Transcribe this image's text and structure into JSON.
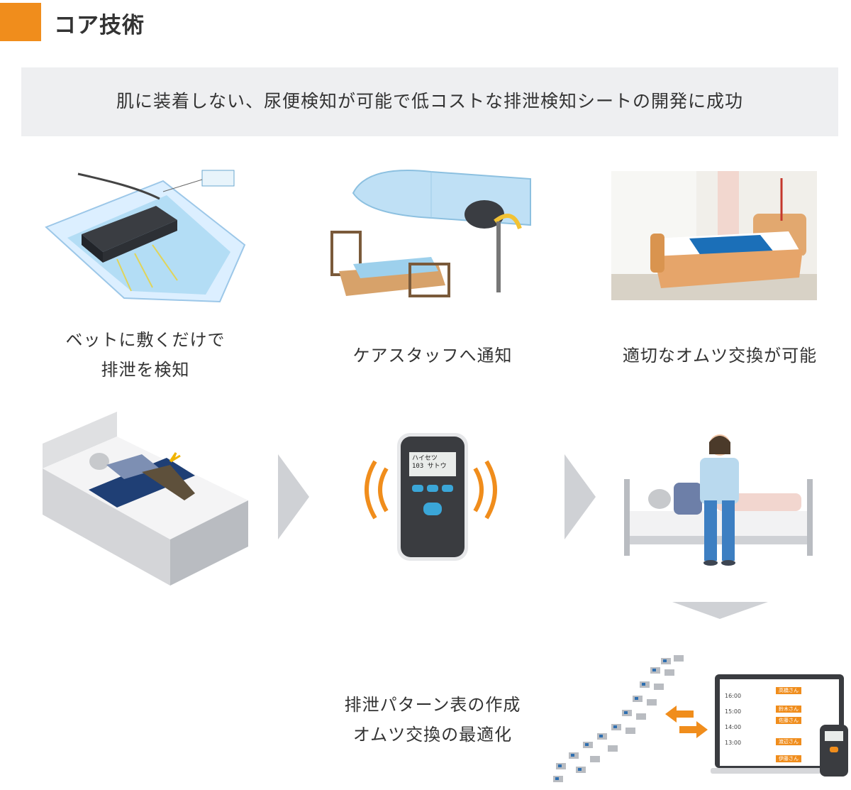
{
  "header": {
    "title": "コア技術",
    "accent_color": "#f08d1c"
  },
  "banner": {
    "text": "肌に装着しない、尿便検知が可能で低コストな排泄検知シートの開発に成功"
  },
  "steps": [
    {
      "caption_line1": "ベットに敷くだけで",
      "caption_line2": "排泄を検知"
    },
    {
      "caption": "ケアスタッフへ通知"
    },
    {
      "caption": "適切なオムツ交換が可能"
    }
  ],
  "device": {
    "screen_line1": "ハイセツ",
    "screen_line2": "103 サトウ"
  },
  "bottom": {
    "caption_line1": "排泄パターン表の作成",
    "caption_line2": "オムツ交換の最適化"
  },
  "schedule": {
    "times": [
      "16:00",
      "15:00",
      "14:00",
      "13:00"
    ],
    "names": [
      "高橋さん",
      "鈴木さん",
      "佐藤さん",
      "渡辺さん",
      "伊藤さん"
    ]
  },
  "colors": {
    "orange": "#f08d1c",
    "pad_blue": "#1f3f75",
    "gray_bed": "#b9bcc1"
  }
}
